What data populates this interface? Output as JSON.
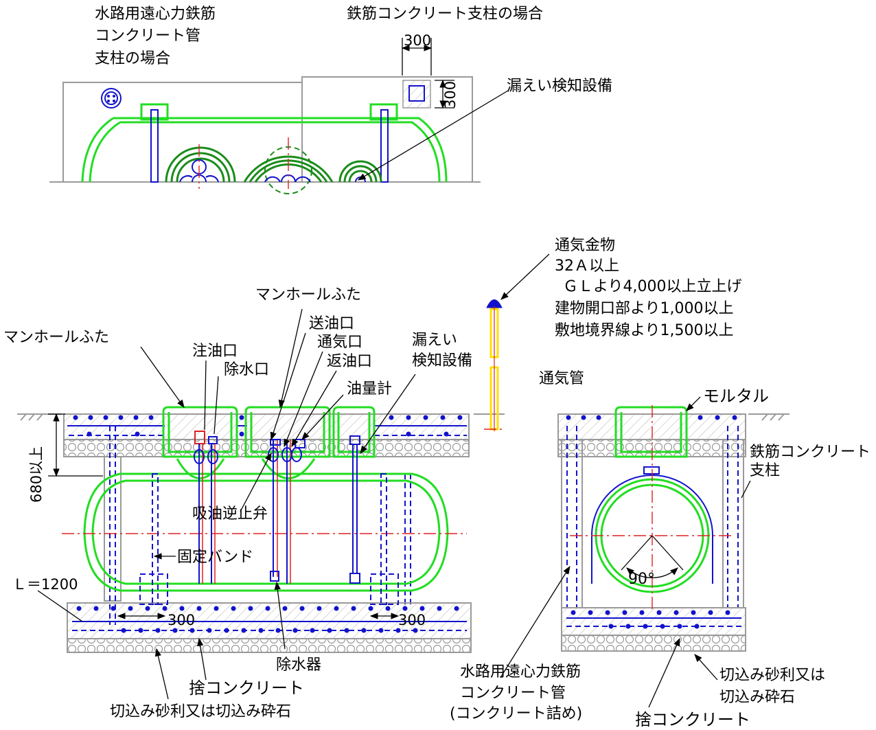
{
  "labels": {
    "pipe_column_case_1": "水路用遠心力鉄筋",
    "pipe_column_case_2": "コンクリート管",
    "pipe_column_case_3": "支柱の場合",
    "rc_column_case": "鉄筋コンクリート支柱の場合",
    "leak_detector": "漏えい検知設備",
    "vent_fitting": "通気金物",
    "vent_32a": "32Ａ以上",
    "vent_gl": "ＧＬより4,000以上立上げ",
    "vent_opening": "建物開口部より1,000以上",
    "vent_boundary": "敷地境界線より1,500以上",
    "manhole_cover": "マンホールふた",
    "supply_port": "送油口",
    "fill_port": "注油口",
    "vent_port": "通気口",
    "leak_1": "漏えい",
    "leak_2": "検知設備",
    "drain_port": "除水口",
    "return_port": "返油口",
    "oil_gauge": "油量計",
    "vent_pipe": "通気管",
    "mortar": "モルタル",
    "rc_post_1": "鉄筋コンクリート",
    "rc_post_2": "支柱",
    "check_valve": "吸油逆止弁",
    "fixing_band": "固定バンド",
    "water_separator": "除水器",
    "lean_concrete": "捨コンクリート",
    "gravel_combined": "切込み砂利又は切込み砕石",
    "conc_pipe_1": "水路用遠心力鉄筋",
    "conc_pipe_2": "コンクリート管",
    "conc_pipe_3": "(コンクリート詰め)",
    "gravel_2a": "切込み砂利又は",
    "gravel_2b": "切込み砕石"
  },
  "dimensions": {
    "plan_300_h": "300",
    "plan_300_v": "300",
    "depth_680": "680以上",
    "length": "Ｌ＝1200",
    "angle": "90°",
    "bottom_300_left": "300",
    "bottom_300_right": "300"
  },
  "colors": {
    "tank": "#22dd22",
    "manhole": "#1a8c1a",
    "rebar": "#1212cc",
    "centerline": "#e02020",
    "vent_pipe": "#ffe000",
    "concrete": "#9a9a9a"
  }
}
